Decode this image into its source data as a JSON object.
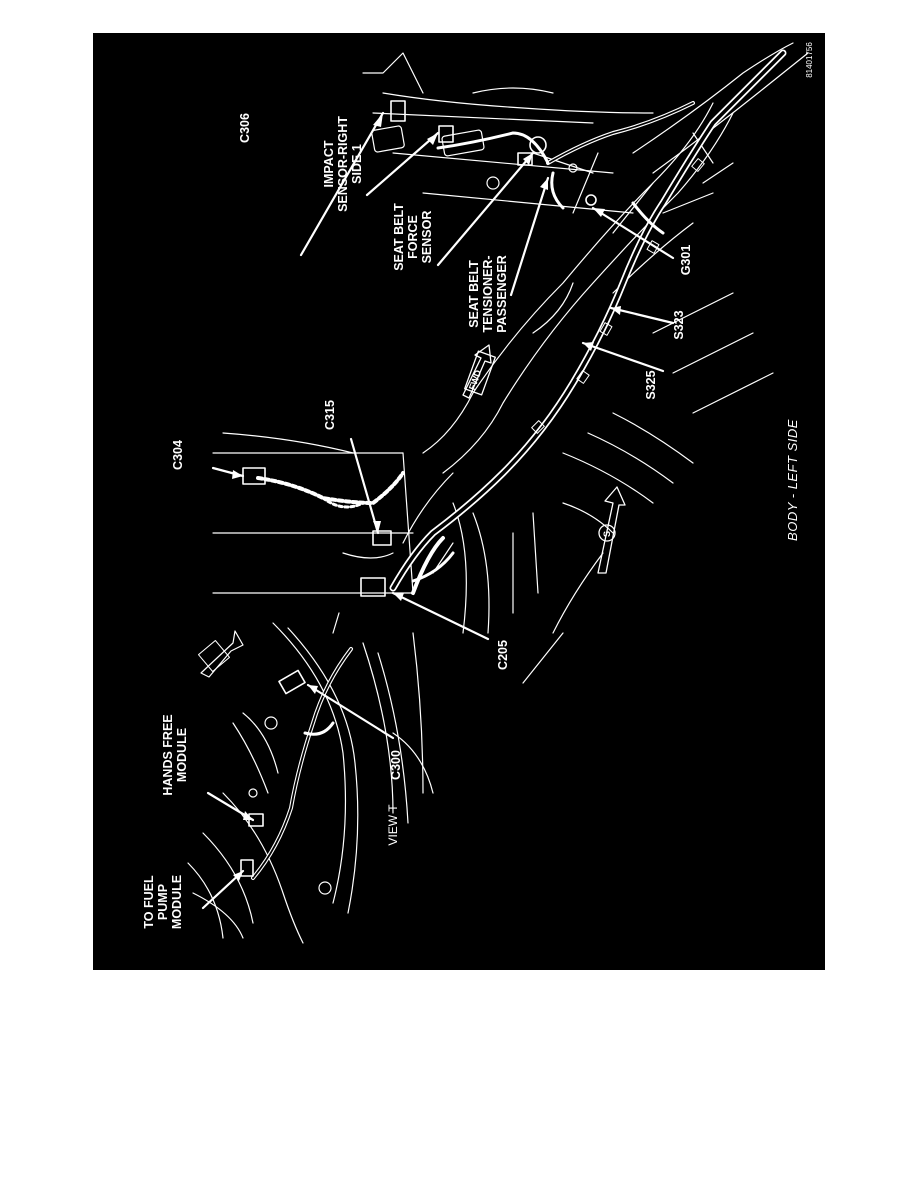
{
  "diagram": {
    "figure_id": "81401756",
    "caption": "BODY - LEFT SIDE",
    "view_label": "VIEW T",
    "labels": {
      "to_fuel_pump_module": [
        "TO FUEL",
        "PUMP",
        "MODULE"
      ],
      "hands_free_module": [
        "HANDS FREE",
        "MODULE"
      ],
      "c300": "C300",
      "c205": "C205",
      "c304": "C304",
      "c315": "C315",
      "c306": "C306",
      "impact_sensor": [
        "IMPACT",
        "SENSOR-RIGHT",
        "SIDE 1"
      ],
      "seat_belt_force_sensor": [
        "SEAT BELT",
        "FORCE",
        "SENSOR"
      ],
      "seat_belt_tensioner": [
        "SEAT BELT",
        "TENSIONER-",
        "PASSENGER"
      ],
      "g301": "G301",
      "s323": "S323",
      "s325": "S325"
    },
    "arrow_marks": {
      "fwd": "FWD",
      "s": "S"
    },
    "colors": {
      "background": "#000000",
      "ink": "#ffffff",
      "page": "#ffffff"
    }
  }
}
